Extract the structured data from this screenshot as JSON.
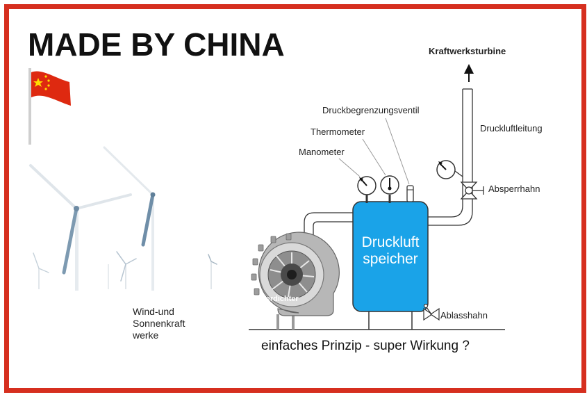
{
  "title": "MADE BY CHINA",
  "labels": {
    "turbine": "Kraftwerksturbine",
    "valve_limit": "Druckbegrenzungsventil",
    "thermometer": "Thermometer",
    "manometer": "Manometer",
    "pipe": "Druckluftleitung",
    "shutoff": "Absperrhahn",
    "drain": "Ablasshahn",
    "compressor": "Verdichter",
    "tank_line1": "Druckluft",
    "tank_line2": "speicher"
  },
  "wind_label": [
    "Wind-und",
    "Sonnenkraft",
    "werke"
  ],
  "caption": "einfaches Prinzip - super Wirkung ?",
  "colors": {
    "frame": "#d62f1f",
    "tank": "#1aa3e8",
    "flag": "#de2910",
    "star": "#ffde00"
  },
  "icons": [
    "china-flag-icon",
    "wind-turbine-icon",
    "compressor-icon",
    "gauge-icon",
    "valve-icon",
    "arrow-up-icon"
  ]
}
